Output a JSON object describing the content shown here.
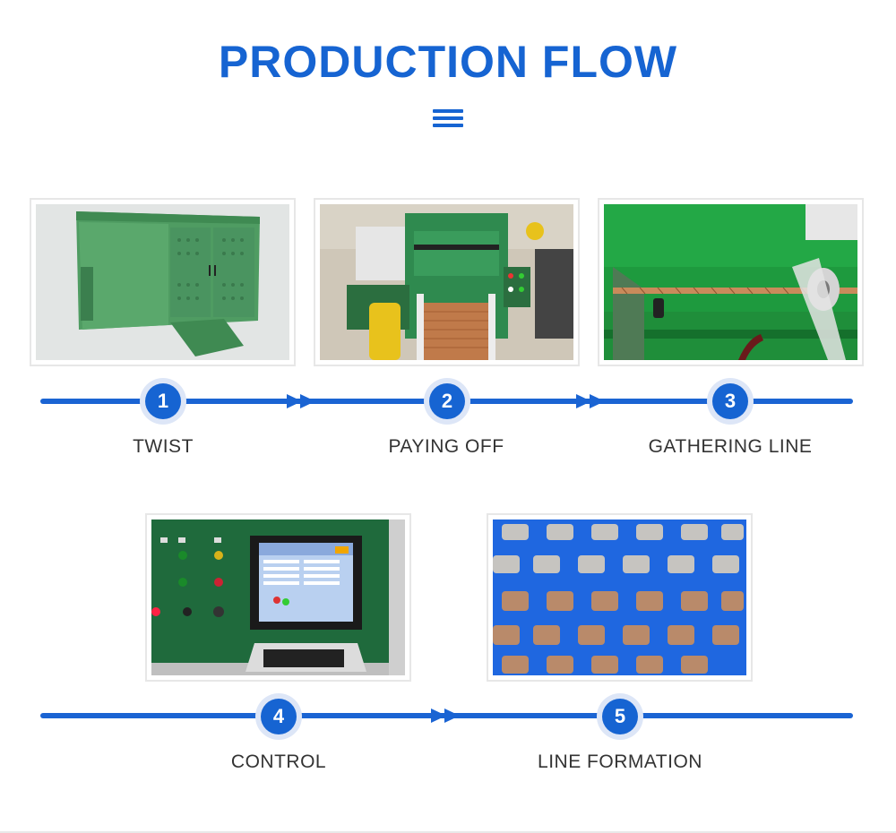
{
  "header": {
    "title": "PRODUCTION FLOW",
    "menu_icon": "hamburger-icon"
  },
  "colors": {
    "accent": "#1664d2",
    "step_ring": "#dde6f7",
    "label_text": "#333333"
  },
  "steps": [
    {
      "number": "1",
      "label": "TWIST",
      "photo": "green twisting machine cabinet"
    },
    {
      "number": "2",
      "label": "PAYING OFF",
      "photo": "pay-off machine with copper wire spool"
    },
    {
      "number": "3",
      "label": "GATHERING LINE",
      "photo": "copper wire passing through guide pulley"
    },
    {
      "number": "4",
      "label": "CONTROL",
      "photo": "control panel with touch screen and buttons"
    },
    {
      "number": "5",
      "label": "LINE FORMATION",
      "photo": "blue perforated guard with wire spools behind"
    }
  ],
  "flow_arrow_icon": "double-chevron-right-icon"
}
